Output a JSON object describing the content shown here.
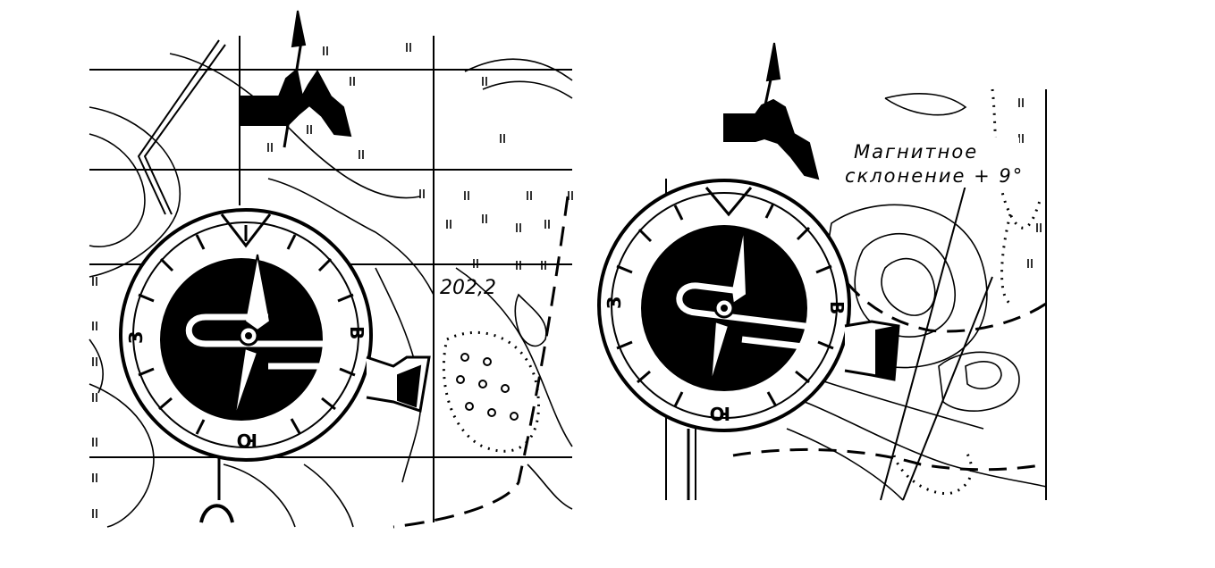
{
  "diagram": {
    "left_panel": {
      "elevation_label": "202,2",
      "compass_marks": {
        "west": "З",
        "east": "В",
        "south": "Ю"
      }
    },
    "right_panel": {
      "declination_line1": "Магнитное",
      "declination_line2": "склонение + 9°",
      "compass_marks": {
        "west": "З",
        "east": "В",
        "south": "Ю"
      }
    },
    "colors": {
      "ink": "#000000",
      "paper": "#ffffff"
    }
  }
}
